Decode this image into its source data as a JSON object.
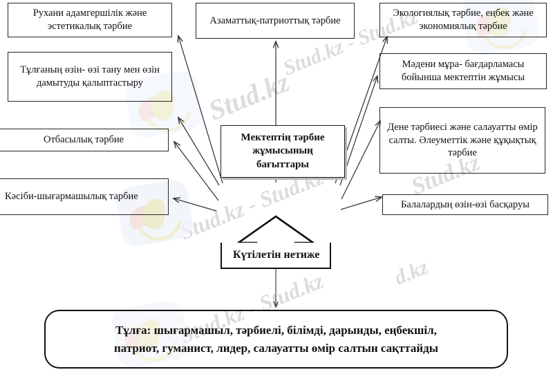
{
  "diagram": {
    "title": "Мектептің тәрбие жұмысының бағыттары",
    "center": {
      "label": "Мектептің тәрбие жұмысының бағыттары"
    },
    "branches": [
      {
        "id": "spiritual-moral-aesthetic",
        "label": "Рухани адамгершілік және эстетикалық тәрбие"
      },
      {
        "id": "self-knowledge-development",
        "label": "Тұлғаның өзін- өзі тану мен өзін дамытуды қалыптастыру"
      },
      {
        "id": "family-education",
        "label": "Отбасылық тәрбие"
      },
      {
        "id": "professional-creative",
        "label": "Кәсіби-шығармашылық тарбие"
      },
      {
        "id": "civic-patriotic",
        "label": "Азаматтық-патриоттық тәрбие"
      },
      {
        "id": "ecological-labor-economic",
        "label": "Экологиялық тәрбие, еңбек және экономиялық тәрбие"
      },
      {
        "id": "cultural-heritage-program",
        "label": "Мәдени мұра- бағдарламасы бойынша мектептін жұмысы"
      },
      {
        "id": "physical-social-legal",
        "label": "Дене тәрбиесі және салауатты өмір салты. Әлеуметтік және құқықтық тәрбие"
      },
      {
        "id": "children-self-government",
        "label": "Балалардың өзін-өзі басқаруы"
      }
    ],
    "result": {
      "label": "Күтілетін нетиже"
    },
    "outcome": {
      "line1": "Тұлға: шығармашыл, тәрбиелі, білімді, дарынды, еңбекшіл,",
      "line2": "патриот, гуманист, лидер, салауатты өмір салтын сақттайды"
    }
  },
  "watermarks": {
    "texts": [
      "Stud.kz",
      "Stud.kz - Stud.kz",
      "Stud.kz - Stud.kz",
      "Stud.kz",
      "Stud.kz - Stud.kz",
      "d.kz"
    ],
    "logo_name": "stud-kz-logo-watermark"
  },
  "colors": {
    "box_border": "#242424",
    "text": "#111111",
    "connector": "#3a3a42",
    "watermark": "#d7d7da",
    "background": "#ffffff"
  }
}
